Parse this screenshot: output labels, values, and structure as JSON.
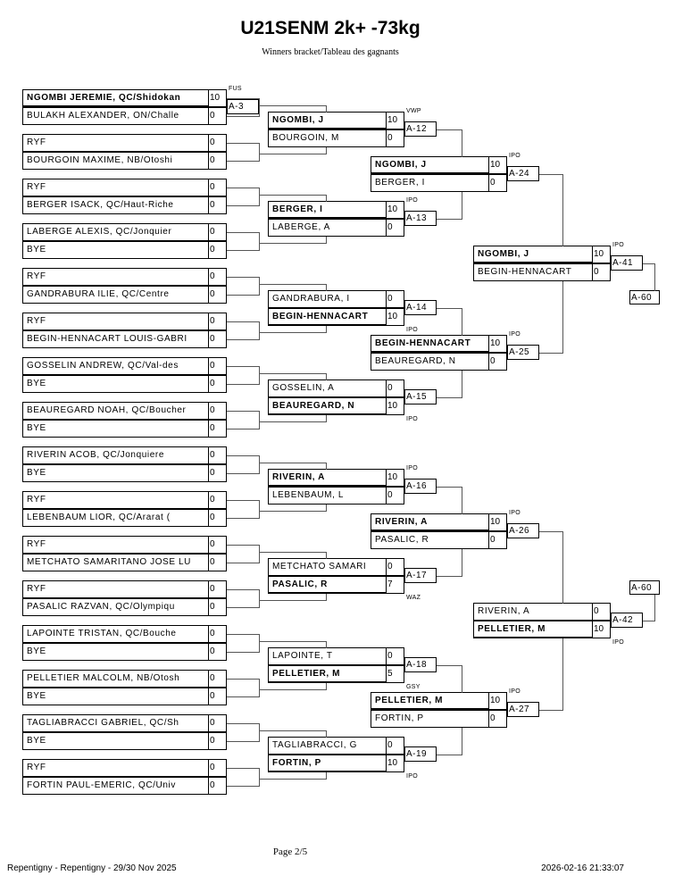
{
  "header": {
    "title": "U21SENM 2k+ -73kg",
    "subtitle": "Winners bracket/Tableau des gagnants"
  },
  "footer": {
    "page": "Page 2/5",
    "event": "Repentigny - Repentigny - 29/30 Nov 2025",
    "timestamp": "2026-02-16 21:33:07"
  },
  "rounds": [
    {
      "matches": [
        {
          "label": "A-3",
          "win_type": "FUS",
          "top": {
            "name": "NGOMBI JEREMIE, QC/Shidokan",
            "score": "10",
            "winner": true
          },
          "bottom": {
            "name": "BULAKH ALEXANDER, ON/Challe",
            "score": "0"
          }
        },
        {
          "top": {
            "name": "RYF",
            "score": "0"
          },
          "bottom": {
            "name": "BOURGOIN MAXIME, NB/Otoshi",
            "score": "0"
          }
        },
        {
          "top": {
            "name": "RYF",
            "score": "0"
          },
          "bottom": {
            "name": "BERGER ISACK, QC/Haut-Riche",
            "score": "0"
          }
        },
        {
          "top": {
            "name": "LABERGE ALEXIS, QC/Jonquier",
            "score": "0"
          },
          "bottom": {
            "name": "BYE",
            "score": "0"
          }
        },
        {
          "top": {
            "name": "RYF",
            "score": "0"
          },
          "bottom": {
            "name": "GANDRABURA ILIE, QC/Centre",
            "score": "0"
          }
        },
        {
          "top": {
            "name": "RYF",
            "score": "0"
          },
          "bottom": {
            "name": "BEGIN-HENNACART LOUIS-GABRI",
            "score": "0"
          }
        },
        {
          "top": {
            "name": "GOSSELIN ANDREW, QC/Val-des",
            "score": "0"
          },
          "bottom": {
            "name": "BYE",
            "score": "0"
          }
        },
        {
          "top": {
            "name": "BEAUREGARD NOAH, QC/Boucher",
            "score": "0"
          },
          "bottom": {
            "name": "BYE",
            "score": "0"
          }
        },
        {
          "top": {
            "name": "RIVERIN ACOB, QC/Jonquiere",
            "score": "0"
          },
          "bottom": {
            "name": "BYE",
            "score": "0"
          }
        },
        {
          "top": {
            "name": "RYF",
            "score": "0"
          },
          "bottom": {
            "name": "LEBENBAUM LIOR, QC/Ararat (",
            "score": "0"
          }
        },
        {
          "top": {
            "name": "RYF",
            "score": "0"
          },
          "bottom": {
            "name": "METCHATO SAMARITANO JOSE LU",
            "score": "0"
          }
        },
        {
          "top": {
            "name": "RYF",
            "score": "0"
          },
          "bottom": {
            "name": "PASALIC RAZVAN, QC/Olympiqu",
            "score": "0"
          }
        },
        {
          "top": {
            "name": "LAPOINTE TRISTAN, QC/Bouche",
            "score": "0"
          },
          "bottom": {
            "name": "BYE",
            "score": "0"
          }
        },
        {
          "top": {
            "name": "PELLETIER MALCOLM, NB/Otosh",
            "score": "0"
          },
          "bottom": {
            "name": "BYE",
            "score": "0"
          }
        },
        {
          "top": {
            "name": "TAGLIABRACCI GABRIEL, QC/Sh",
            "score": "0"
          },
          "bottom": {
            "name": "BYE",
            "score": "0"
          }
        },
        {
          "top": {
            "name": "RYF",
            "score": "0"
          },
          "bottom": {
            "name": "FORTIN PAUL-EMERIC, QC/Univ",
            "score": "0"
          }
        }
      ]
    },
    {
      "matches": [
        {
          "label": "A-12",
          "win_type": "VWP",
          "top": {
            "name": "NGOMBI, J",
            "score": "10",
            "winner": true
          },
          "bottom": {
            "name": "BOURGOIN, M",
            "score": "0"
          }
        },
        {
          "label": "A-13",
          "win_type": "IPO",
          "top": {
            "name": "BERGER, I",
            "score": "10",
            "winner": true
          },
          "bottom": {
            "name": "LABERGE, A",
            "score": "0"
          }
        },
        {
          "label": "A-14",
          "win_type": "IPO",
          "top": {
            "name": "GANDRABURA, I",
            "score": "0"
          },
          "bottom": {
            "name": "BEGIN-HENNACART",
            "score": "10",
            "winner": true
          }
        },
        {
          "label": "A-15",
          "win_type": "IPO",
          "top": {
            "name": "GOSSELIN, A",
            "score": "0"
          },
          "bottom": {
            "name": "BEAUREGARD, N",
            "score": "10",
            "winner": true
          }
        },
        {
          "label": "A-16",
          "win_type": "IPO",
          "top": {
            "name": "RIVERIN, A",
            "score": "10",
            "winner": true
          },
          "bottom": {
            "name": "LEBENBAUM, L",
            "score": "0"
          }
        },
        {
          "label": "A-17",
          "win_type": "WAZ",
          "top": {
            "name": "METCHATO SAMARI",
            "score": "0"
          },
          "bottom": {
            "name": "PASALIC, R",
            "score": "7",
            "winner": true
          }
        },
        {
          "label": "A-18",
          "win_type": "GSY",
          "top": {
            "name": "LAPOINTE, T",
            "score": "0"
          },
          "bottom": {
            "name": "PELLETIER, M",
            "score": "5",
            "winner": true
          }
        },
        {
          "label": "A-19",
          "win_type": "IPO",
          "top": {
            "name": "TAGLIABRACCI, G",
            "score": "0"
          },
          "bottom": {
            "name": "FORTIN, P",
            "score": "10",
            "winner": true
          }
        }
      ]
    },
    {
      "matches": [
        {
          "label": "A-24",
          "win_type": "IPO",
          "top": {
            "name": "NGOMBI, J",
            "score": "10",
            "winner": true
          },
          "bottom": {
            "name": "BERGER, I",
            "score": "0"
          }
        },
        {
          "label": "A-25",
          "win_type": "IPO",
          "top": {
            "name": "BEGIN-HENNACART",
            "score": "10",
            "winner": true
          },
          "bottom": {
            "name": "BEAUREGARD, N",
            "score": "0"
          }
        },
        {
          "label": "A-26",
          "win_type": "IPO",
          "top": {
            "name": "RIVERIN, A",
            "score": "10",
            "winner": true
          },
          "bottom": {
            "name": "PASALIC, R",
            "score": "0"
          }
        },
        {
          "label": "A-27",
          "win_type": "IPO",
          "top": {
            "name": "PELLETIER, M",
            "score": "10",
            "winner": true
          },
          "bottom": {
            "name": "FORTIN, P",
            "score": "0"
          }
        }
      ]
    },
    {
      "matches": [
        {
          "label": "A-41",
          "win_type": "IPO",
          "top": {
            "name": "NGOMBI, J",
            "score": "10",
            "winner": true
          },
          "bottom": {
            "name": "BEGIN-HENNACART",
            "score": "0"
          }
        },
        {
          "label": "A-42",
          "win_type": "IPO",
          "top": {
            "name": "RIVERIN, A",
            "score": "0"
          },
          "bottom": {
            "name": "PELLETIER, M",
            "score": "10",
            "winner": true
          }
        }
      ]
    }
  ],
  "next": [
    "A-60",
    "A-60"
  ]
}
